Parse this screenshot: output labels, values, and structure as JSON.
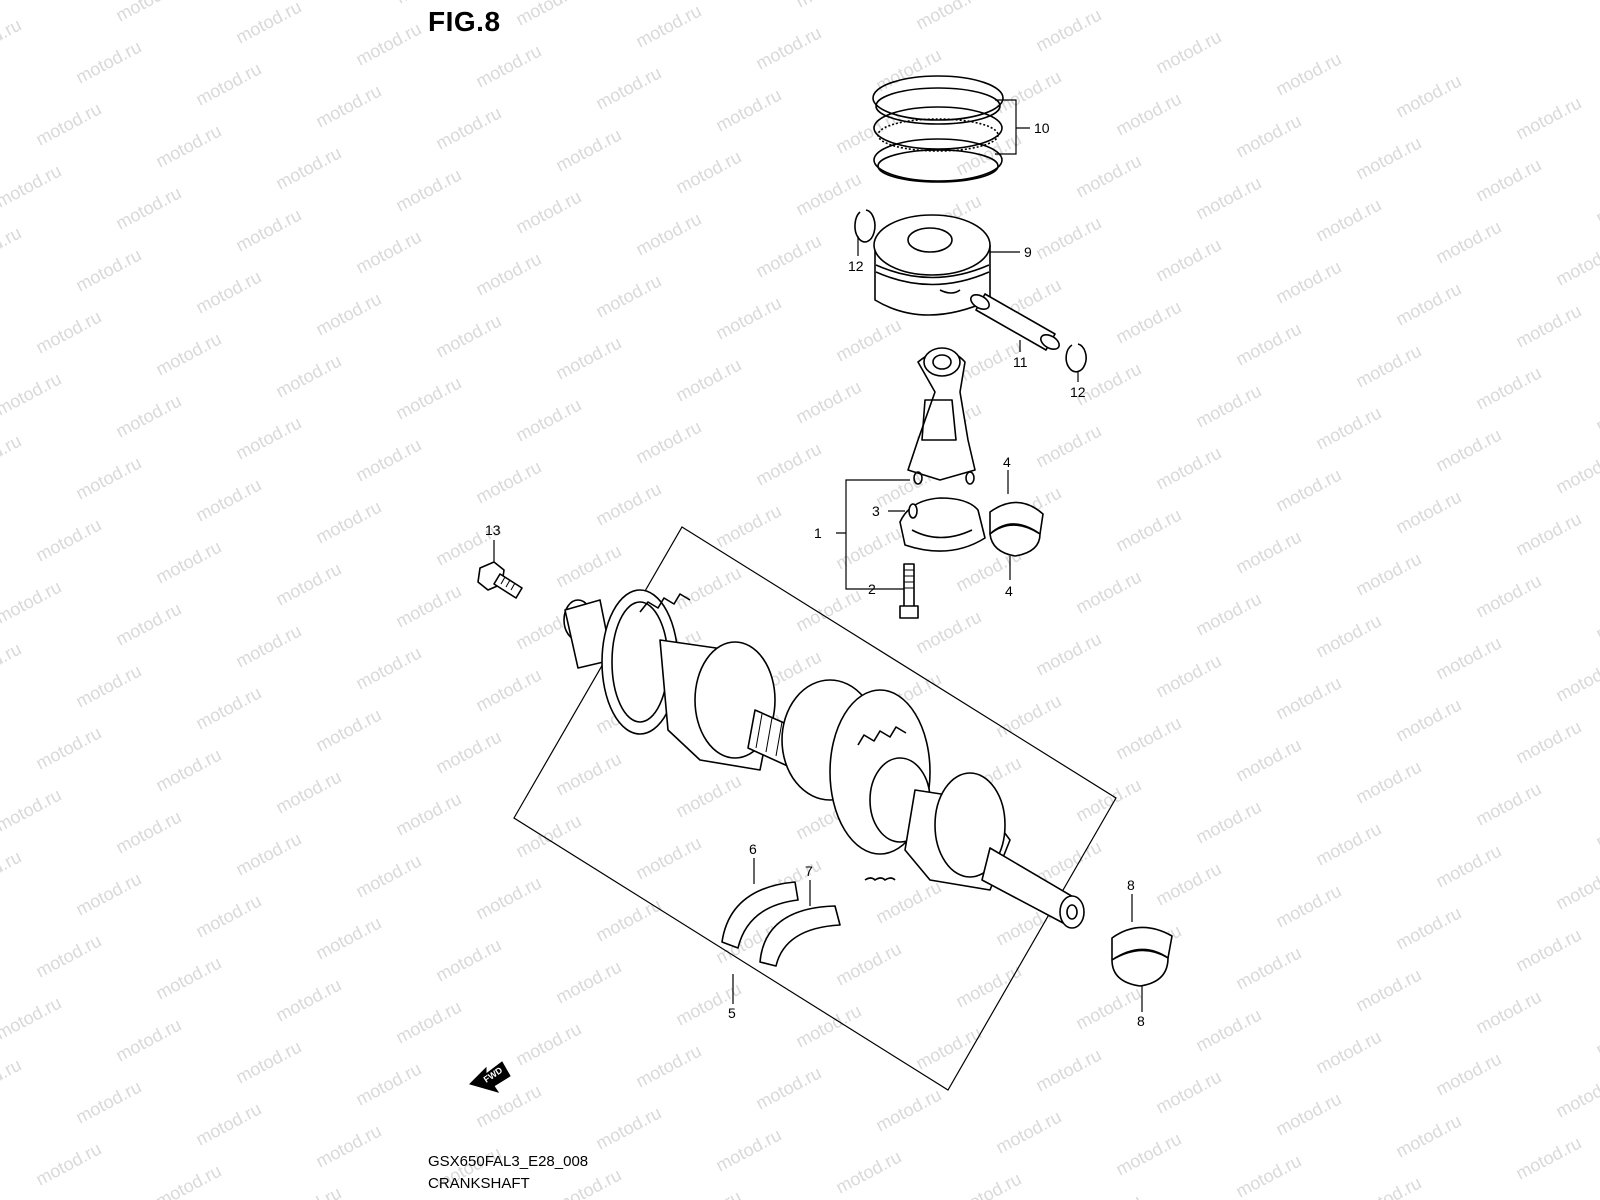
{
  "figure": {
    "title": "FIG.8",
    "code": "GSX650FAL3_E28_008",
    "name": "CRANKSHAFT"
  },
  "watermark": {
    "text": "motod.ru"
  },
  "callouts": {
    "p1": "1",
    "p2": "2",
    "p3": "3",
    "p4a": "4",
    "p4b": "4",
    "p5": "5",
    "p6": "6",
    "p7": "7",
    "p8a": "8",
    "p8b": "8",
    "p9": "9",
    "p10": "10",
    "p11": "11",
    "p12a": "12",
    "p12b": "12",
    "p13": "13"
  },
  "fwd_arrow": {
    "label": "FWD"
  },
  "colors": {
    "line": "#000000",
    "watermark": "#d9d9d9",
    "background": "#ffffff"
  }
}
